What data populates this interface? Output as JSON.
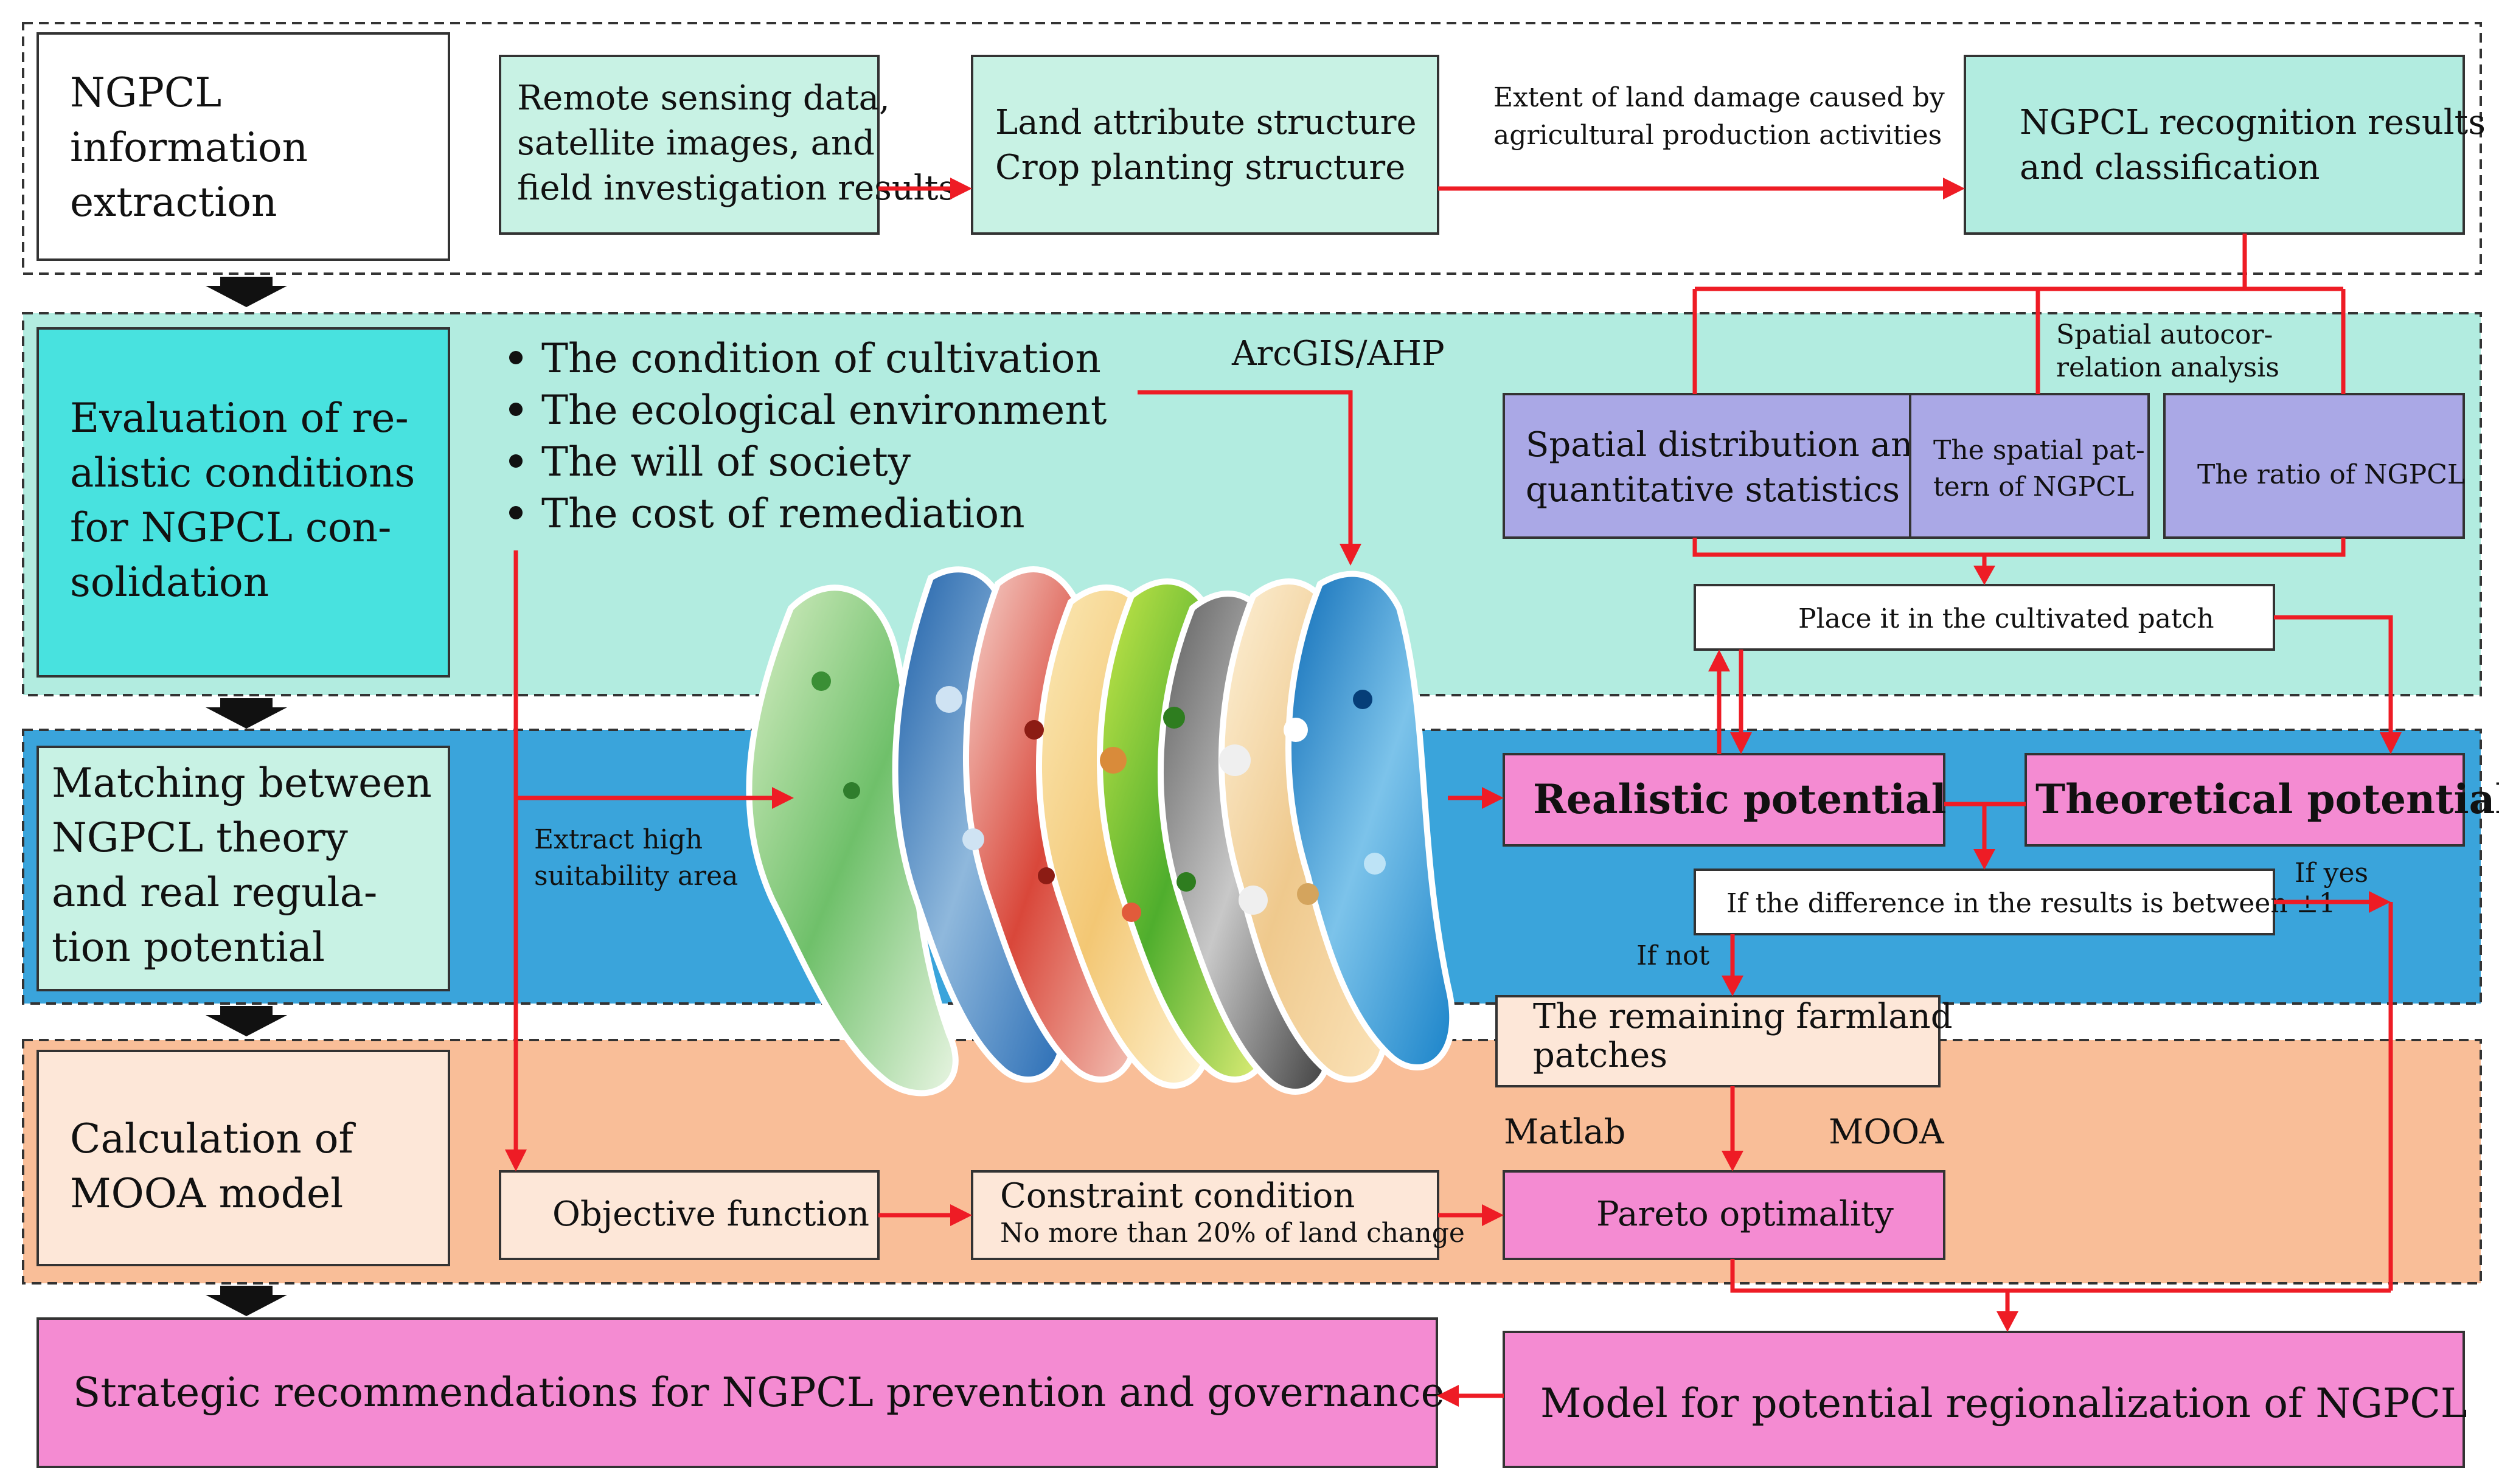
{
  "colors": {
    "band_extraction": "#ffffff",
    "band_evaluation": "#b2ece0",
    "band_matching": "#3aa4db",
    "band_calculation": "#f9be98",
    "mint_box": "#c8f2e4",
    "teal_stage": "#48e2df",
    "purple_box": "#aaa8e6",
    "pink_box": "#f48bd2",
    "peach_box": "#fde7d8",
    "arrow_red": "#ee1c25",
    "stage_arrow": "#111111"
  },
  "stages": {
    "extraction": [
      "NGPCL",
      "information",
      "extraction"
    ],
    "evaluation": [
      "Evaluation of re-",
      "alistic conditions",
      "for NGPCL con-",
      "solidation"
    ],
    "matching": [
      "Matching between",
      "NGPCL theory",
      "and real regula-",
      "tion potential"
    ],
    "calculation": [
      "Calculation of",
      "MOOA model"
    ],
    "recommendations": "Strategic recommendations for NGPCL prevention and governance"
  },
  "row1": {
    "remote_sensing": [
      "Remote sensing data,",
      "satellite images, and",
      "field investigation results"
    ],
    "land_attribute": [
      "Land attribute structure",
      "Crop planting structure"
    ],
    "damage_label": [
      "Extent of land damage caused by",
      "agricultural production activities"
    ],
    "recognition": [
      "NGPCL recognition results",
      "and classification"
    ]
  },
  "row2": {
    "bullets": [
      "The condition of cultivation",
      "The ecological environment",
      "The will of society",
      "The cost of remediation"
    ],
    "arcgis_label": "ArcGIS/AHP",
    "autocorrelation_label": [
      "Spatial autocor-",
      "relation analysis"
    ],
    "spatial_distribution": [
      "Spatial distribution and",
      "quantitative statistics"
    ],
    "spatial_pattern": [
      "The spatial pat-",
      "tern of NGPCL"
    ],
    "ratio": "The ratio of NGPCL",
    "place_patch": "Place it in the cultivated patch"
  },
  "row3": {
    "extract_label": [
      "Extract high",
      "suitability area"
    ],
    "realistic": "Realistic potential",
    "theoretical": "Theoretical potential",
    "difference": "If the difference in the results is between ±1",
    "if_yes": "If yes",
    "if_not": "If not",
    "remaining": [
      "The remaining farmland",
      "patches"
    ]
  },
  "row4": {
    "matlab_label": "Matlab",
    "mooa_label": "MOOA",
    "objective": "Objective function",
    "constraint_title": "Constraint condition",
    "constraint_detail": "No more than 20% of land change",
    "pareto": "Pareto optimality"
  },
  "final": {
    "model": "Model for potential regionalization of NGPCL"
  }
}
